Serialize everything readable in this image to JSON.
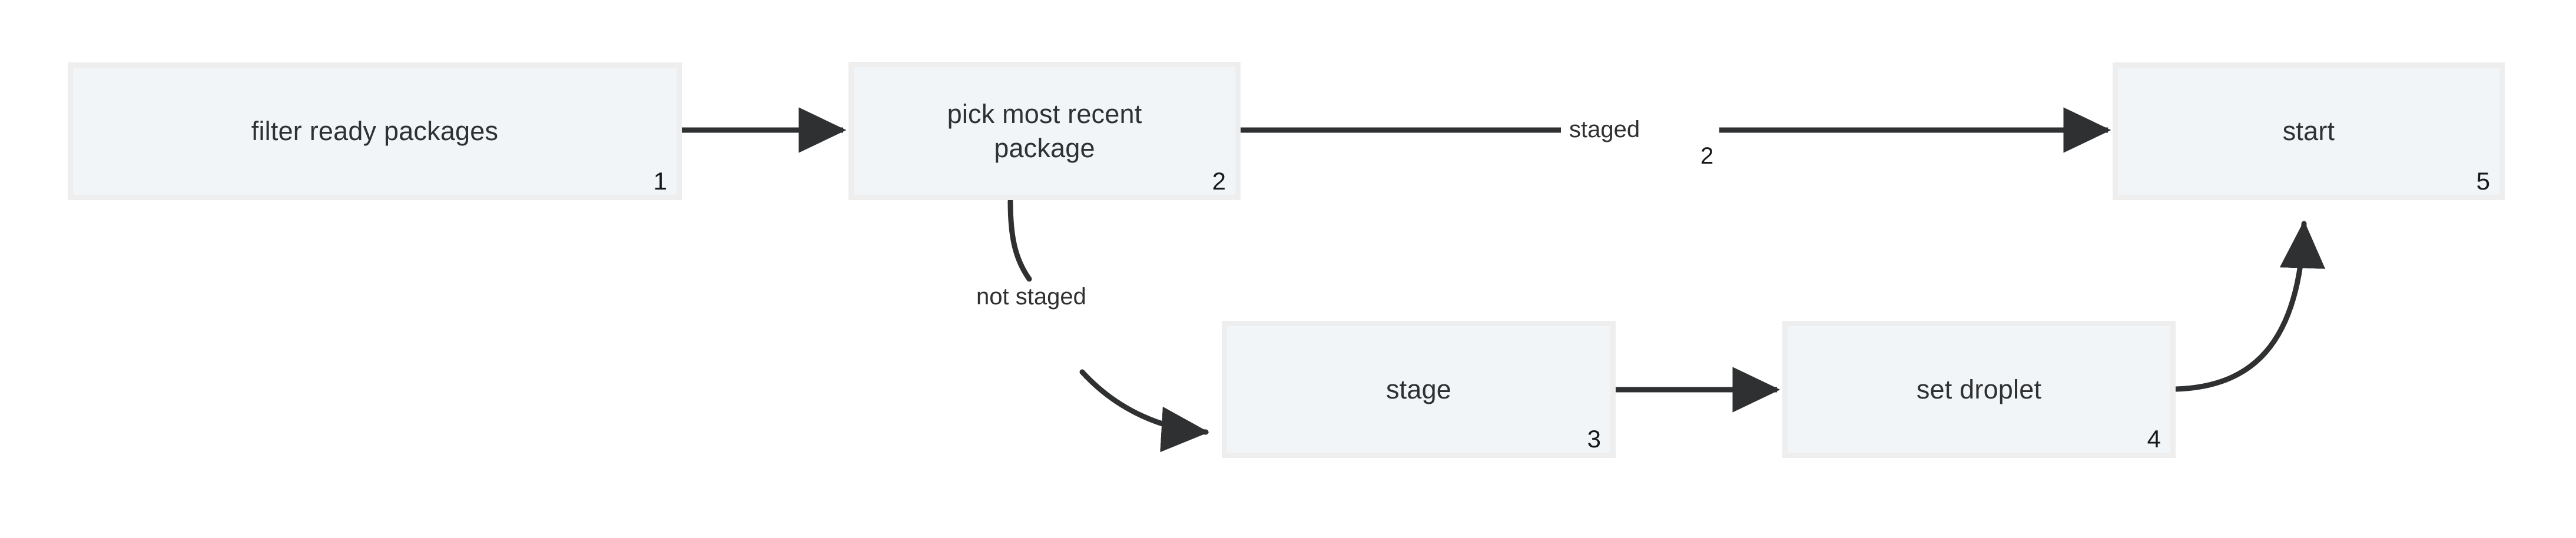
{
  "diagram": {
    "type": "flowchart",
    "direction": "left-to-right",
    "background_color": "#ffffff",
    "node_fill_color": "#f1f5f8",
    "node_border_color": "#eeeeee",
    "edge_color": "#2f3031",
    "text_color": "#2f3031"
  },
  "nodes": [
    {
      "id": "1",
      "label": "filter ready packages",
      "index": "1"
    },
    {
      "id": "2",
      "label": "pick most recent\npackage",
      "index": "2"
    },
    {
      "id": "3",
      "label": "stage",
      "index": "3"
    },
    {
      "id": "4",
      "label": "set droplet",
      "index": "4"
    },
    {
      "id": "5",
      "label": "start",
      "index": "5"
    }
  ],
  "edges": [
    {
      "id": "e1",
      "from": "1",
      "to": "2",
      "label": "",
      "index": ""
    },
    {
      "id": "e2",
      "from": "2",
      "to": "5",
      "label": "staged",
      "index": "2"
    },
    {
      "id": "e3",
      "from": "2",
      "to": "3",
      "label": "not staged",
      "index": ""
    },
    {
      "id": "e4",
      "from": "3",
      "to": "4",
      "label": "",
      "index": ""
    },
    {
      "id": "e5",
      "from": "4",
      "to": "5",
      "label": "",
      "index": ""
    }
  ]
}
